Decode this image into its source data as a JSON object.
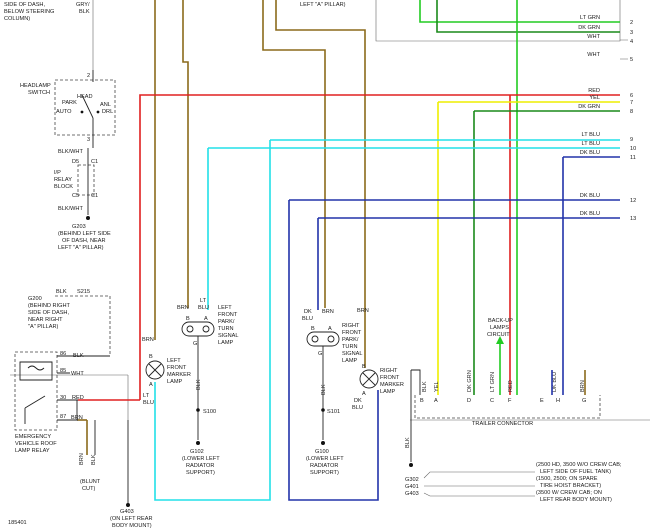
{
  "top": {
    "dash_text": [
      "SIDE OF DASH,",
      "BELOW STEERING",
      "COLUMN)"
    ],
    "grybk": [
      "GRY/",
      "BLK"
    ],
    "pillar_note": "LEFT \"A\" PILLAR)"
  },
  "headlamp": {
    "title": [
      "HEADLAMP",
      "SWITCH"
    ],
    "head": "HEAD",
    "park": "PARK",
    "auto": "AUTO",
    "anl": "ANL",
    "drl": "DRL",
    "pin2": "2",
    "pin3": "3",
    "wire_out": "BLK/WHT"
  },
  "ip_relay": {
    "title": [
      "I/P",
      "RELAY",
      "BLOCK"
    ],
    "d5": "D5",
    "c1a": "C1",
    "c5": "C5",
    "c1b": "C1",
    "wire": "BLK/WHT",
    "ground": "G203",
    "ground_note": [
      "(BEHIND LEFT SIDE",
      "OF DASH, NEAR",
      "LEFT \"A\" PILLAR)"
    ]
  },
  "left_side": {
    "g200": "G200",
    "blk": "BLK",
    "s215": "S215",
    "g200_note": [
      "(BEHIND RIGHT",
      "SIDE OF DASH,",
      "NEAR RIGHT",
      "\"A\" PILLAR)"
    ]
  },
  "emergency_relay": {
    "title": [
      "EMERGENCY",
      "VEHICLE ROOF",
      "LAMP RELAY"
    ],
    "p86": "86",
    "p85": "85",
    "p30": "30",
    "p87": "87",
    "w86": "BLK",
    "w85": "WHT",
    "w30": "RED",
    "w87": "BRN"
  },
  "blunt_cut": {
    "w1": "BRN",
    "w2": "BLK",
    "label": [
      "(BLUNT",
      "CUT)"
    ]
  },
  "g403": {
    "label": "G403",
    "note": [
      "(ON LEFT REAR",
      "BODY MOUNT)"
    ]
  },
  "lf_marker": {
    "brn": "BRN",
    "b": "B",
    "a": "A",
    "title": [
      "LEFT",
      "FRONT",
      "MARKER",
      "LAMP"
    ],
    "lt": "LT",
    "blu": "BLU"
  },
  "lf_turn": {
    "brn": "BRN",
    "ltblu": [
      "LT",
      "BLU"
    ],
    "b": "B",
    "a": "A",
    "g": "G",
    "title": [
      "LEFT",
      "FRONT",
      "PARK/",
      "TURN",
      "SIGNAL",
      "LAMP"
    ],
    "blk": "BLK",
    "s100": "S100",
    "g102": "G102",
    "g102_note": [
      "(LOWER LEFT",
      "RADIATOR",
      "SUPPORT)"
    ]
  },
  "rf_turn": {
    "dkblu": [
      "DK",
      "BLU"
    ],
    "brn": "BRN",
    "b": "B",
    "a": "A",
    "g": "G",
    "title": [
      "RIGHT",
      "FRONT",
      "PARK/",
      "TURN",
      "SIGNAL",
      "LAMP"
    ],
    "blk": "BLK",
    "s101": "S101",
    "g100": "G100",
    "g100_note": [
      "(LOWER LEFT",
      "RADIATOR",
      "SUPPORT)"
    ]
  },
  "rf_marker": {
    "brn": "BRN",
    "b": "B",
    "a": "A",
    "title": [
      "RIGHT",
      "FRONT",
      "MARKER",
      "LAMP"
    ],
    "dkblu": [
      "DK",
      "BLU"
    ]
  },
  "backup": {
    "label": [
      "BACK-UP",
      "LAMPS",
      "CIRCUIT"
    ]
  },
  "trailer": {
    "label": "TRAILER CONNECTOR",
    "wires": [
      "BLK",
      "YEL",
      "DK GRN",
      "LT GRN",
      "RED",
      "DK BLU",
      "BRN"
    ],
    "pins": [
      "B",
      "A",
      "D",
      "C",
      "F",
      "E",
      "H",
      "G"
    ],
    "ground_wire": "BLK",
    "grounds": [
      "G302",
      "G401",
      "G403"
    ],
    "notes": [
      "(2500 HD, 3500 W/O CREW CAB;",
      "LEFT SIDE OF FUEL TANK)",
      "(1500, 2500; ON SPARE",
      "TIRE HOIST BRACKET)",
      "(3500 W/ CREW CAB; ON",
      "LEFT REAR BODY MOUNT)"
    ]
  },
  "right_wires": [
    {
      "label": "LT GRN",
      "num": "2"
    },
    {
      "label": "DK GRN",
      "num": "3"
    },
    {
      "label": "WHT",
      "num": "4"
    },
    {
      "label": "WHT",
      "num": "5"
    },
    {
      "label": "RED",
      "num": "6"
    },
    {
      "label": "YEL",
      "num": "7"
    },
    {
      "label": "DK GRN",
      "num": "8"
    },
    {
      "label": "LT BLU",
      "num": "9"
    },
    {
      "label": "LT BLU",
      "num": "10"
    },
    {
      "label": "DK BLU",
      "num": "11"
    },
    {
      "label": "DK BLU",
      "num": "12"
    },
    {
      "label": "DK BLU",
      "num": "13"
    }
  ],
  "figure_id": "185401",
  "colors": {
    "brown": "#8b6a1c",
    "red": "#e02020",
    "yellow": "#eeee00",
    "dkgreen": "#1a8a1a",
    "ltgreen": "#22cc22",
    "ltblue": "#22e0e8",
    "dkblue": "#2233aa"
  }
}
